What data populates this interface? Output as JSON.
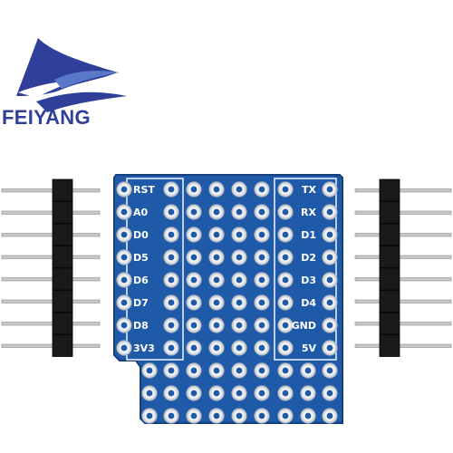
{
  "brand": {
    "name": "FEIYANG",
    "accent_color": "#2f3f9a",
    "logo_icon": "feiyang-wave-logo-icon"
  },
  "board": {
    "color": "#1f5aa8",
    "left_pins": [
      "RST",
      "A0",
      "D0",
      "D5",
      "D6",
      "D7",
      "D8",
      "3V3"
    ],
    "right_pins": [
      "TX",
      "RX",
      "D1",
      "D2",
      "D3",
      "D4",
      "GND",
      "5V"
    ]
  },
  "headers": {
    "pin_count_each": 8
  }
}
